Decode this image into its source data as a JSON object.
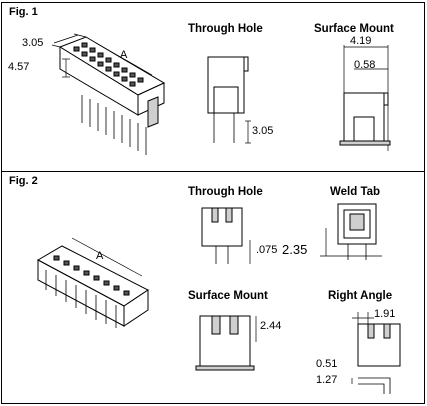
{
  "fig1": {
    "label": "Fig. 1",
    "iso": {
      "dim_top": "3.05",
      "dim_left": "4.57",
      "dim_length": "A"
    },
    "through_hole": {
      "title": "Through Hole",
      "dim_height": "3.05"
    },
    "surface_mount": {
      "title": "Surface Mount",
      "dim_width": "4.19",
      "dim_offset": "0.58"
    }
  },
  "fig2": {
    "label": "Fig. 2",
    "iso": {
      "dim_length": "A"
    },
    "through_hole": {
      "title": "Through Hole",
      "dim_height": ".075"
    },
    "weld_tab": {
      "title": "Weld Tab",
      "dim_height": "2.35"
    },
    "surface_mount": {
      "title": "Surface Mount",
      "dim_height": "2.44"
    },
    "right_angle": {
      "title": "Right Angle",
      "dim_width": "1.91",
      "dim_a": "0.51",
      "dim_b": "1.27"
    }
  }
}
